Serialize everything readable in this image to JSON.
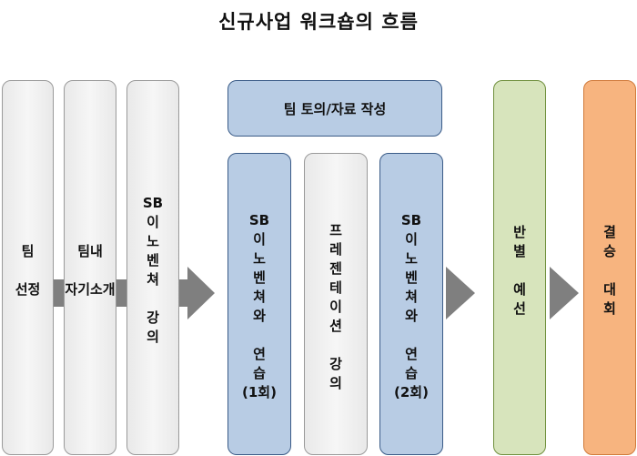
{
  "title": "신규사업 워크숍의 흐름",
  "steps": {
    "team_select": "팀\n\n선정",
    "team_intro": "팀내\n\n자기소개",
    "sb_lecture": "SB\n이\n노\n벤\n쳐\n\n강\n의",
    "team_discussion": "팀 토의/자료 작성",
    "sb_practice_1": "SB\n이\n노\n벤\n쳐\n와\n\n연\n습\n(1회)",
    "presentation_lecture": "프\n레\n젠\n테\n이\n션\n\n강\n의",
    "sb_practice_2": "SB\n이\n노\n벤\n쳐\n와\n\n연\n습\n(2회)",
    "prelim": "반\n별\n\n예\n선",
    "final": "결\n승\n\n대\n회"
  },
  "colors": {
    "grey": "#eeeeee",
    "blue": "#b8cce4",
    "green": "#d7e4bc",
    "orange": "#f7b47f",
    "arrow": "#7f7f7f"
  }
}
